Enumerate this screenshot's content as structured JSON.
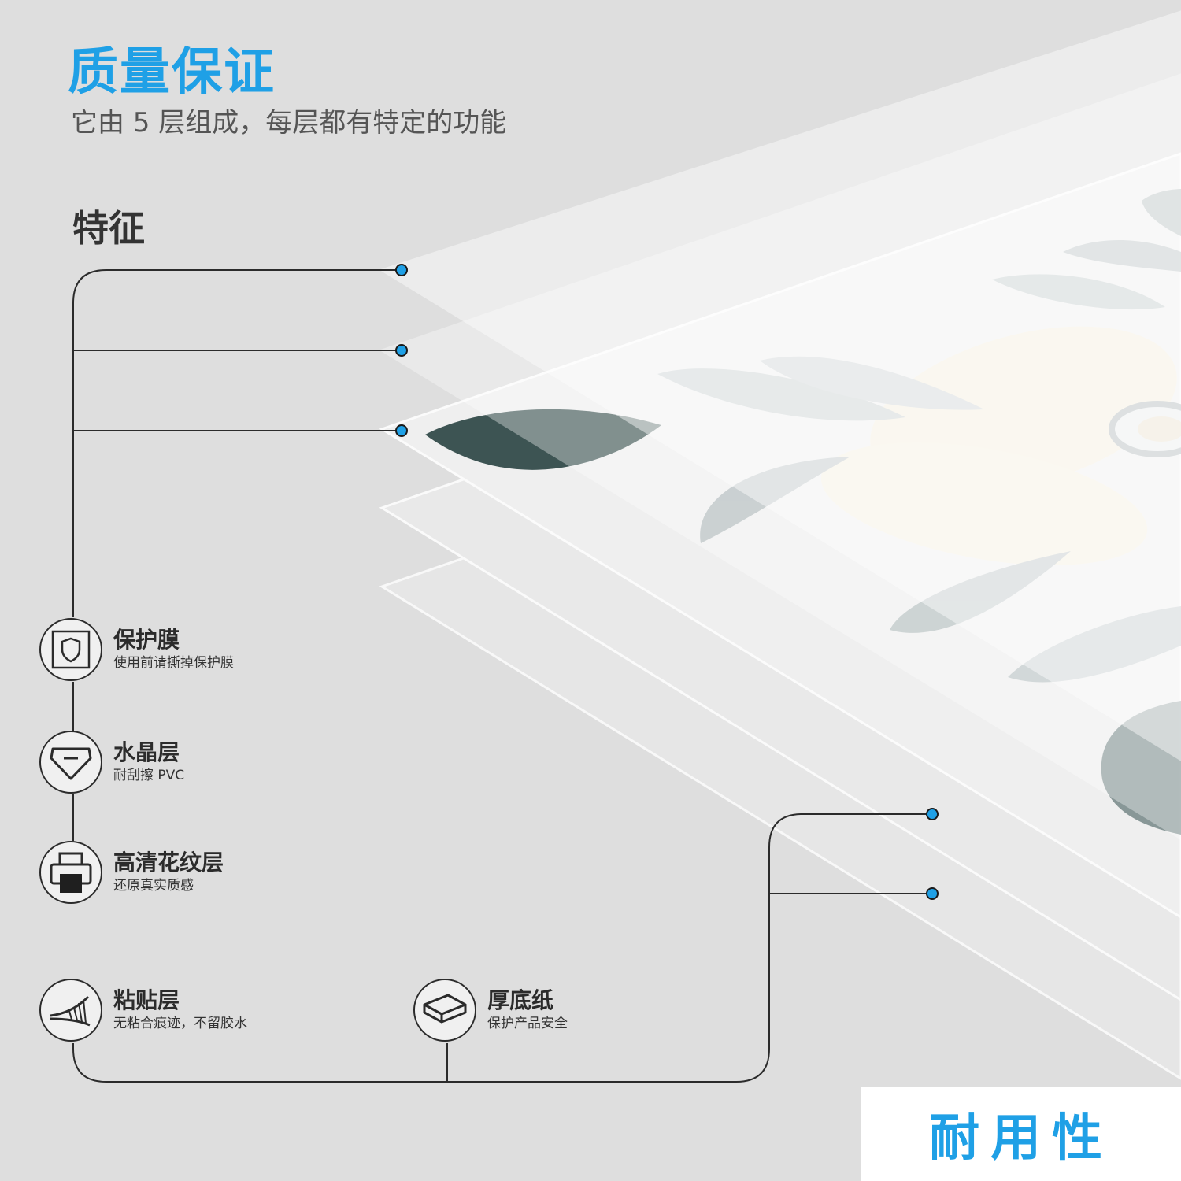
{
  "header": {
    "title": "质量保证",
    "subtitle": "它由 5 层组成，每层都有特定的功能"
  },
  "section": {
    "title": "特征"
  },
  "features": [
    {
      "name": "保护膜",
      "desc": "使用前请撕掉保护膜",
      "icon": "shield-icon"
    },
    {
      "name": "水晶层",
      "desc": "耐刮擦 PVC",
      "icon": "crystal-gem-icon"
    },
    {
      "name": "高清花纹层",
      "desc": "还原真实质感",
      "icon": "printer-icon"
    },
    {
      "name": "粘贴层",
      "desc": "无粘合痕迹，不留胶水",
      "icon": "peel-adhesive-icon"
    },
    {
      "name": "厚底纸",
      "desc": "保护产品安全",
      "icon": "base-paper-icon"
    }
  ],
  "badge": {
    "label": "耐用性"
  },
  "colors": {
    "accent": "#1fa0e6",
    "background": "#dedede",
    "line": "#2b2b2b"
  }
}
